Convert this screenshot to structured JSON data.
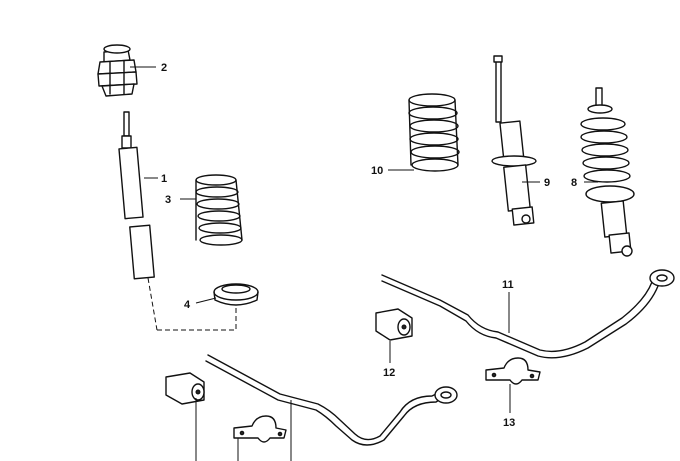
{
  "diagram": {
    "callouts": [
      {
        "id": "1",
        "label": "1"
      },
      {
        "id": "2",
        "label": "2"
      },
      {
        "id": "3",
        "label": "3"
      },
      {
        "id": "4",
        "label": "4"
      },
      {
        "id": "8",
        "label": "8"
      },
      {
        "id": "9",
        "label": "9"
      },
      {
        "id": "10",
        "label": "10"
      },
      {
        "id": "11",
        "label": "11"
      },
      {
        "id": "12",
        "label": "12"
      },
      {
        "id": "13",
        "label": "13"
      }
    ]
  },
  "colors": {
    "line": "#111111",
    "background": "#ffffff"
  }
}
